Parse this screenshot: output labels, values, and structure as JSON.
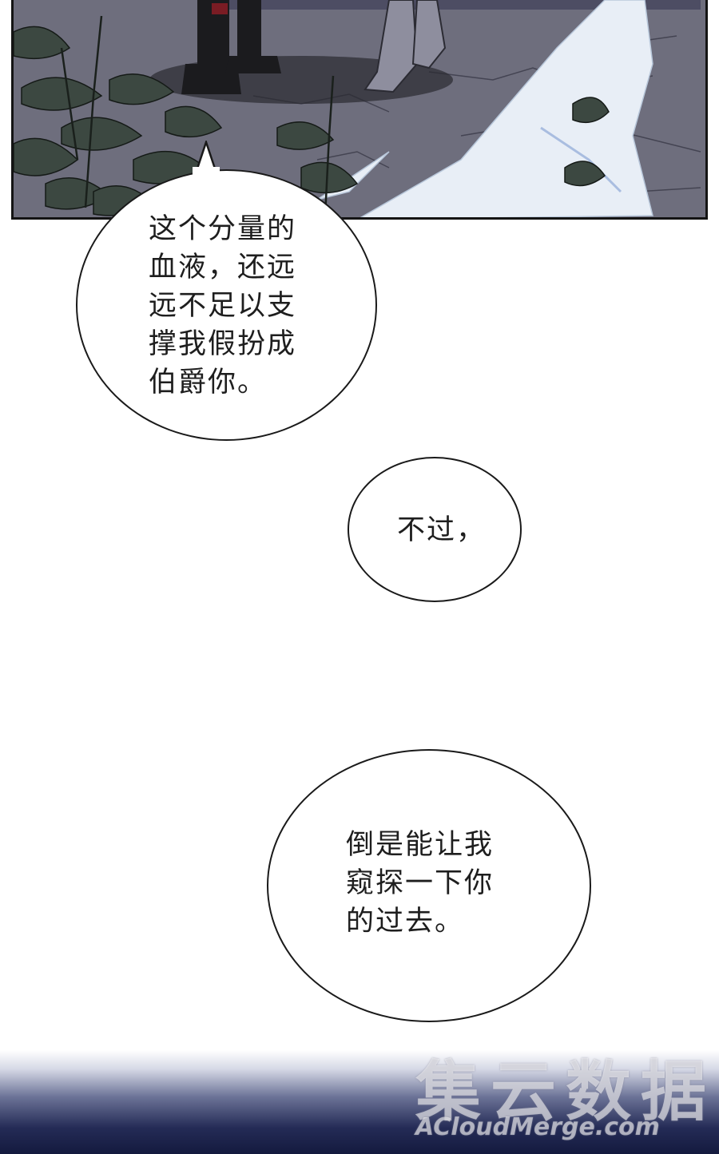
{
  "bubbles": {
    "first": "这个分量的\n血液，还远\n远不足以支\n撑我假扮成\n伯爵你。",
    "second": "不过，",
    "third": "倒是能让我\n窥探一下你\n的过去。"
  },
  "watermark": {
    "cn": "集云数据",
    "en": "ACloudMerge.com"
  },
  "colors": {
    "ground": "#6f6f7e",
    "foliage": "#3d4842",
    "cape": "#e6ecf4",
    "night": "#141a3e"
  }
}
